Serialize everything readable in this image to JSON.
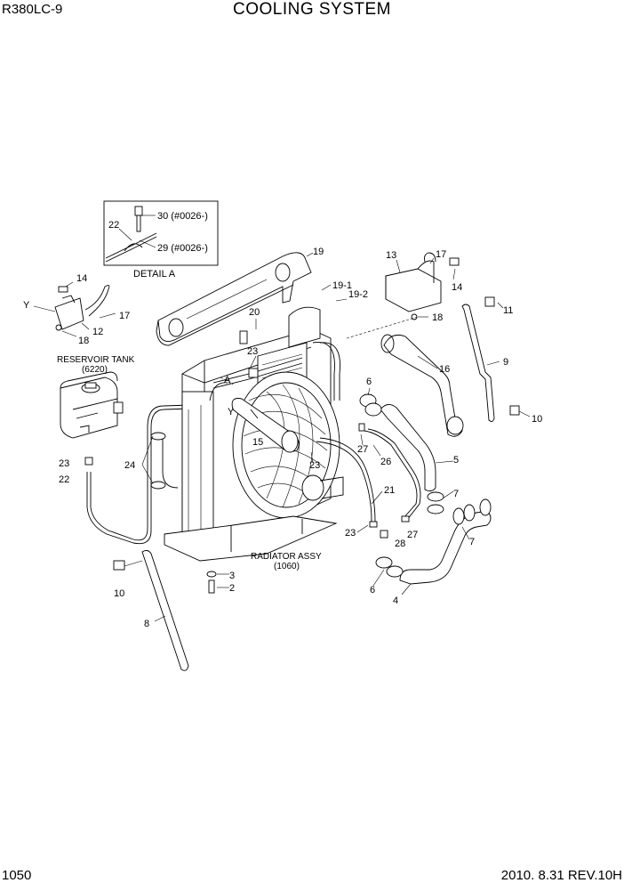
{
  "header": {
    "model": "R380LC-9",
    "title": "COOLING SYSTEM"
  },
  "footer": {
    "page": "1050",
    "revision": "2010. 8.31  REV.10H"
  },
  "detail_a": {
    "title": "DETAIL A",
    "labels": {
      "p22": "22",
      "p30": "30 (#0026-)",
      "p29": "29 (#0026-)"
    }
  },
  "assemblies": {
    "reservoir_tank": "RESERVOIR TANK",
    "reservoir_tank_no": "(6220)",
    "radiator_assy": "RADIATOR ASSY",
    "radiator_assy_no": "(1060)"
  },
  "callouts": {
    "c2": "2",
    "c3": "3",
    "c4": "4",
    "c5": "5",
    "c6a": "6",
    "c6b": "6",
    "c7a": "7",
    "c7b": "7",
    "c8": "8",
    "c9": "9",
    "c10a": "10",
    "c10b": "10",
    "c11": "11",
    "c12": "12",
    "c13": "13",
    "c14a": "14",
    "c14b": "14",
    "c15": "15",
    "c16": "16",
    "c17a": "17",
    "c17b": "17",
    "c18a": "18",
    "c18b": "18",
    "c19": "19",
    "c19_1": "19-1",
    "c19_2": "19-2",
    "c20": "20",
    "c21": "21",
    "c22": "22",
    "c23a": "23",
    "c23b": "23",
    "c23c": "23",
    "c23d": "23",
    "c24": "24",
    "c26": "26",
    "c27a": "27",
    "c27b": "27",
    "c28": "28",
    "cA": "A",
    "cY1": "Y",
    "cY2": "Y"
  }
}
